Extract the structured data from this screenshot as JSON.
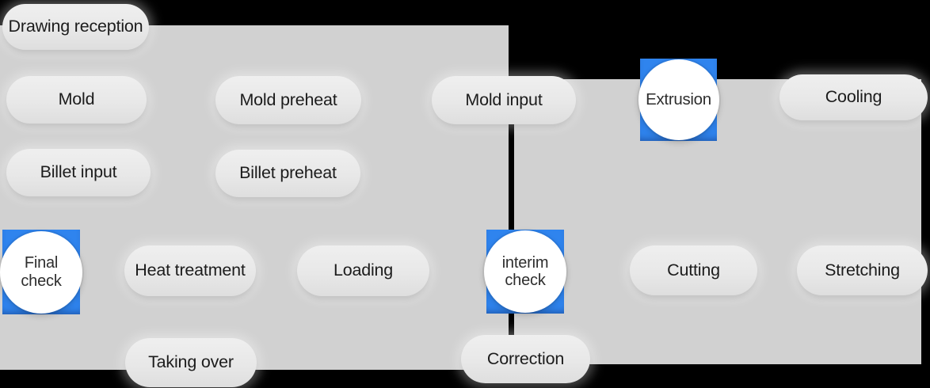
{
  "colors": {
    "page_bg": "#000000",
    "panel_gray": "#d1d1d1",
    "pill_light": "#e9e9e9",
    "accent_blue": "#2f84ee",
    "text_dark": "#1c1c1c",
    "circle_white": "#ffffff"
  },
  "steps": {
    "drawing_reception": {
      "label": "Drawing reception"
    },
    "mold": {
      "label": "Mold"
    },
    "mold_preheat": {
      "label": "Mold preheat"
    },
    "mold_input": {
      "label": "Mold input"
    },
    "extrusion": {
      "label": "Extrusion"
    },
    "cooling": {
      "label": "Cooling"
    },
    "billet_input": {
      "label": "Billet input"
    },
    "billet_preheat": {
      "label": "Billet preheat"
    },
    "final_check": {
      "line1": "Final",
      "line2": "check"
    },
    "heat_treatment": {
      "label": "Heat treatment"
    },
    "loading": {
      "label": "Loading"
    },
    "interim_check": {
      "line1": "interim",
      "line2": "check"
    },
    "cutting": {
      "label": "Cutting"
    },
    "stretching": {
      "label": "Stretching"
    },
    "taking_over": {
      "label": "Taking over"
    },
    "correction": {
      "label": "Correction"
    }
  }
}
